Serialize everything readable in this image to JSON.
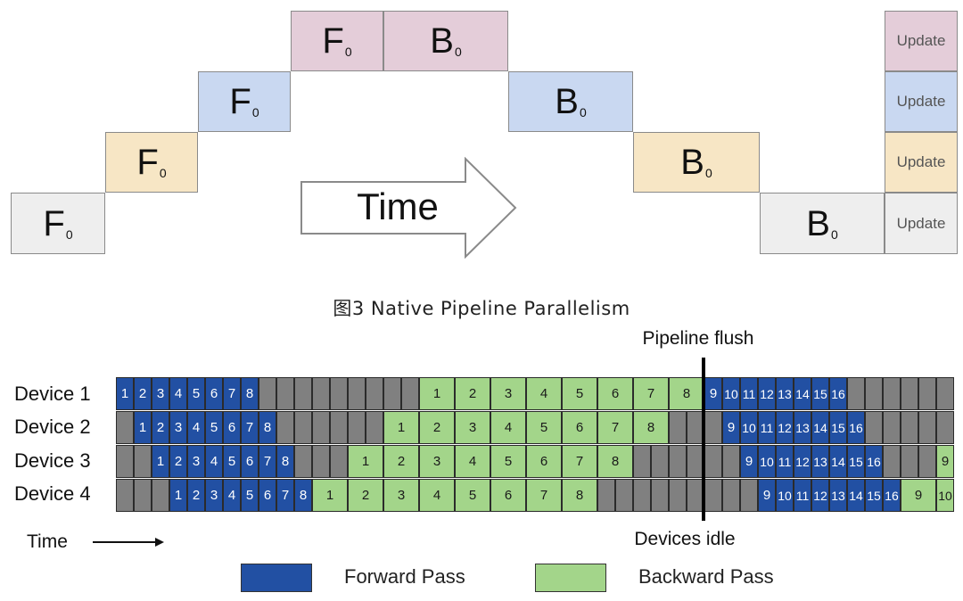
{
  "top_diagram": {
    "forward_letter": "F",
    "backward_letter": "B",
    "micro_batch": "0",
    "update_label": "Update",
    "time_label": "Time",
    "device_colors": [
      "#eeeeee",
      "#f7e6c5",
      "#c9d8f1",
      "#e4cdd9"
    ]
  },
  "caption": "图3 Native Pipeline Parallelism",
  "schedule": {
    "pipeline_flush_label": "Pipeline flush",
    "devices_idle_label": "Devices idle",
    "time_label": "Time",
    "colors": {
      "forward": "#2250a3",
      "backward": "#a3d58a",
      "idle": "#808080"
    },
    "devices": [
      {
        "name": "Device 1",
        "segments": [
          {
            "k": "f",
            "s": 0,
            "n": 8,
            "label": "1"
          },
          {
            "k": "i",
            "s": 8,
            "n": 9
          },
          {
            "k": "b",
            "s": 17,
            "n": 16,
            "label": "1"
          },
          {
            "k": "f",
            "s": 33,
            "n": 8,
            "label": "9"
          },
          {
            "k": "i",
            "s": 41,
            "n": 6
          }
        ]
      },
      {
        "name": "Device 2",
        "segments": [
          {
            "k": "i",
            "s": 0,
            "n": 1
          },
          {
            "k": "f",
            "s": 1,
            "n": 8,
            "label": "1"
          },
          {
            "k": "i",
            "s": 9,
            "n": 6
          },
          {
            "k": "b",
            "s": 15,
            "n": 16,
            "label": "1"
          },
          {
            "k": "i",
            "s": 31,
            "n": 3
          },
          {
            "k": "f",
            "s": 34,
            "n": 8,
            "label": "9"
          },
          {
            "k": "i",
            "s": 42,
            "n": 5
          }
        ]
      },
      {
        "name": "Device 3",
        "segments": [
          {
            "k": "i",
            "s": 0,
            "n": 2
          },
          {
            "k": "f",
            "s": 2,
            "n": 8,
            "label": "1"
          },
          {
            "k": "i",
            "s": 10,
            "n": 3
          },
          {
            "k": "b",
            "s": 13,
            "n": 16,
            "label": "1"
          },
          {
            "k": "i",
            "s": 29,
            "n": 6
          },
          {
            "k": "f",
            "s": 35,
            "n": 8,
            "label": "9"
          },
          {
            "k": "i",
            "s": 43,
            "n": 3
          },
          {
            "k": "b",
            "s": 46,
            "n": 1,
            "label": "9"
          }
        ]
      },
      {
        "name": "Device 4",
        "segments": [
          {
            "k": "i",
            "s": 0,
            "n": 3
          },
          {
            "k": "f",
            "s": 3,
            "n": 8,
            "label": "1"
          },
          {
            "k": "b",
            "s": 11,
            "n": 16,
            "label": "1"
          },
          {
            "k": "i",
            "s": 27,
            "n": 9
          },
          {
            "k": "f",
            "s": 36,
            "n": 8,
            "label": "9"
          },
          {
            "k": "b",
            "s": 44,
            "n": 2,
            "label": "9"
          },
          {
            "k": "b",
            "s": 46,
            "n": 1,
            "label": "10"
          }
        ]
      }
    ]
  },
  "legend": {
    "forward_label": "Forward Pass",
    "backward_label": "Backward Pass"
  }
}
